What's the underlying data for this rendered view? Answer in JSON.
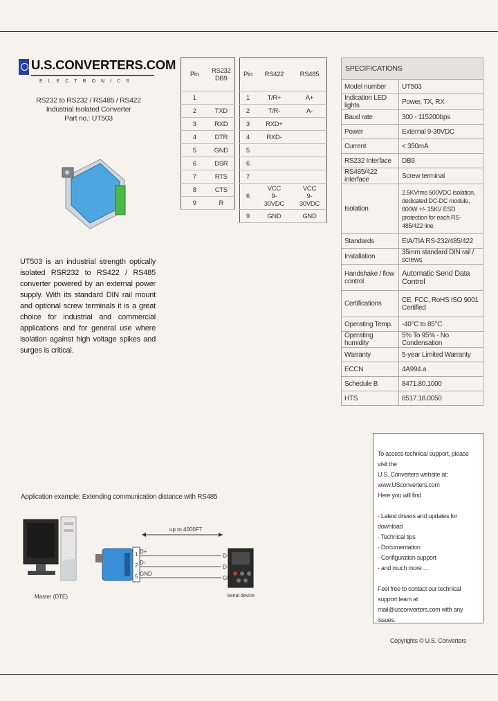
{
  "logo": {
    "name": "U.S.CONVERTERS.COM",
    "sub": "ELECTRONICS"
  },
  "intro": {
    "line1": "RS232 to RS232 / RS485 / RS422",
    "line2": "Industrial Isolated Converter",
    "line3": "Part no.: UT503"
  },
  "description": "UT503 is an industrial strength optically isolated RSR232 to RS422 / RS485 converter powered by an external power supply. With its standard DIN rail mount and optional screw terminals it is a great choice for industrial and commercial applications and for general use where isolation against high voltage spikes and surges is critical.",
  "db9_table": {
    "headers": [
      "Pin",
      "RS232 DB9"
    ],
    "rows": [
      [
        "1",
        ""
      ],
      [
        "2",
        "TXD"
      ],
      [
        "3",
        "RXD"
      ],
      [
        "4",
        "DTR"
      ],
      [
        "5",
        "GND"
      ],
      [
        "6",
        "DSR"
      ],
      [
        "7",
        "RTS"
      ],
      [
        "8",
        "CTS"
      ],
      [
        "9",
        "R"
      ]
    ]
  },
  "terminal_table": {
    "headers": [
      "Pin",
      "RS422",
      "RS485"
    ],
    "rows": [
      [
        "1",
        "T/R+",
        "A+"
      ],
      [
        "2",
        "T/R-",
        "A-"
      ],
      [
        "3",
        "RXD+",
        ""
      ],
      [
        "4",
        "RXD-",
        ""
      ],
      [
        "5",
        "",
        ""
      ],
      [
        "6",
        "",
        ""
      ],
      [
        "7",
        "",
        ""
      ],
      [
        "6",
        "VCC 9-30VDC",
        "VCC 9-30VDC"
      ],
      [
        "9",
        "GND",
        "GND"
      ]
    ]
  },
  "specs": {
    "title": "SPECIFICATIONS",
    "rows": [
      [
        "Model number",
        "UT503"
      ],
      [
        "Indication LED lights",
        "Power, TX, RX"
      ],
      [
        "Baud rate",
        "300 - 115200bps"
      ],
      [
        "Power",
        "External 9-30VDC"
      ],
      [
        "Current",
        "< 350mA"
      ],
      [
        "RS232 Interface",
        "DB9"
      ],
      [
        "RS485/422 interface",
        "Screw terminal"
      ],
      [
        "Isolation",
        "2.5KVrms 500VDC isolation, dedicated DC-DC module, 600W +/- 15KV ESD protection for each RS-485/422 line"
      ],
      [
        "Standards",
        "EIA/TIA RS-232/485/422"
      ],
      [
        "Installation",
        "35mm standard DIN rail / screws"
      ],
      [
        "Handshake / flow control",
        "Automatic Send Data Control"
      ],
      [
        "Certifications",
        "CE, FCC, RoHS ISO 9001 Certified"
      ],
      [
        "Operating Temp.",
        "-40°C to 85°C"
      ],
      [
        "Operating humidity",
        "5% To 95% - No Condensation"
      ],
      [
        "Warranty",
        "5-year Limited Warranty"
      ],
      [
        "ECCN",
        "4A994.a"
      ],
      [
        "Schedule B",
        "8471.80.1000"
      ],
      [
        "HTS",
        "8517.18.0050"
      ]
    ]
  },
  "support": {
    "intro1": "To access technical support, please visit the",
    "intro2": "U.S. Converters website at:",
    "url": "www.USconverters.com",
    "here": "Here you will find",
    "items": [
      "- Latest drivers and updates for download",
      "- Technical tips",
      "- Documentation",
      "- Configuration support",
      "- and much more ..."
    ],
    "contact": "Feel free to contact our technical support team at mail@usconverters.com with any issues.",
    "copyright": "Copyrights © U.S. Converters"
  },
  "application": {
    "title": "Application example: Extending communication distance with RS485",
    "distance": "up to 4000FT",
    "master": "Master (DTE)",
    "device": "Serial device",
    "terminals": [
      "1",
      "2",
      "5"
    ],
    "lines": [
      "D+",
      "D-",
      "GND"
    ]
  }
}
